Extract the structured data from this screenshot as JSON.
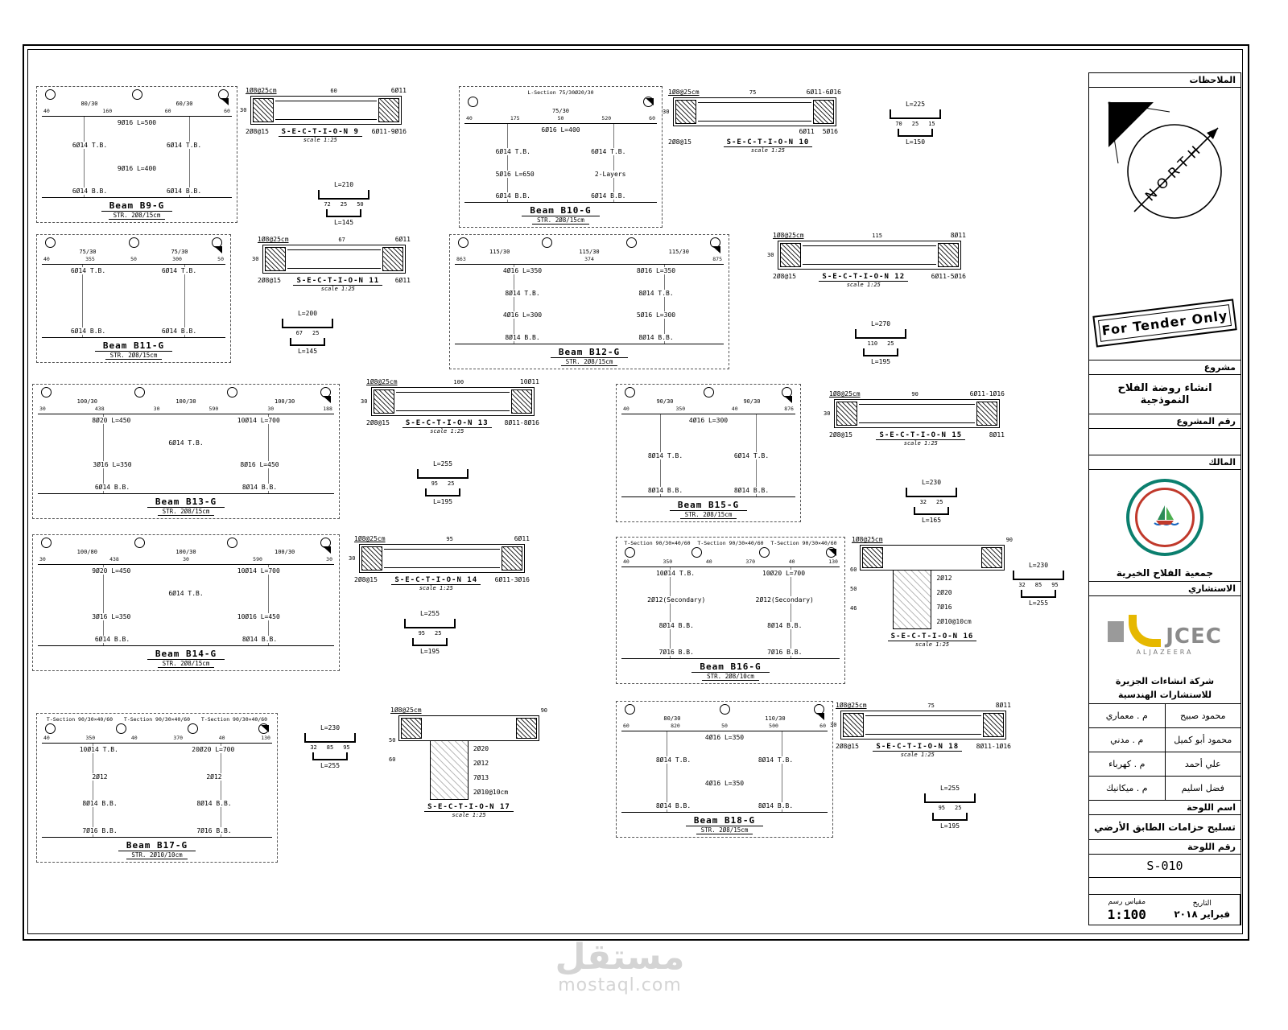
{
  "sheet": {
    "stamp": "For Tender Only",
    "north_letters": "NORTH"
  },
  "watermark": {
    "line1": "مستقل",
    "line2": "mostaql.com"
  },
  "titleblock": {
    "notes_label": "الملاحظات",
    "project_label": "مشروع",
    "project_name": "انشاء روضة الفلاح النموذجية",
    "project_no_label": "رقم المشروع",
    "owner_label": "المالك",
    "owner_name": "جمعية الفلاح الخيرية",
    "consultant_label": "الاستشاري",
    "consultant_logo": "JCEC",
    "consultant_logo_sub": "ALJAZEERA",
    "consultant_name_1": "شركة انشاءات الجزيرة",
    "consultant_name_2": "للاستشارات الهندسية",
    "engineers": [
      {
        "role": "م . معماري",
        "name": "محمود صبيح"
      },
      {
        "role": "م . مدني",
        "name": "محمود أبو كميل"
      },
      {
        "role": "م . كهرباء",
        "name": "علي أحمد"
      },
      {
        "role": "م . ميكانيك",
        "name": "فضل اسليم"
      }
    ],
    "sheet_name_label": "اسم اللوحة",
    "sheet_name": "تسليح حزامات الطابق الأرضي",
    "sheet_no_label": "رقم اللوحة",
    "sheet_no": "S-010",
    "date_label": "التاريخ",
    "date_value": "فبراير ٢٠١٨",
    "scale_label": "مقياس رسم",
    "scale_value": "1:100"
  },
  "beams": [
    {
      "dims_top": [
        "80/30",
        "60/30"
      ],
      "dims": [
        "40",
        "160",
        "60",
        "60"
      ],
      "rows": [
        [
          "9Ø16 L=500"
        ],
        [
          "6Ø14 T.B.",
          "6Ø14 T.B."
        ],
        [
          "9Ø16 L=400"
        ],
        [
          "6Ø14 B.B.",
          "6Ø14 B.B."
        ]
      ],
      "title": "Beam B9-G",
      "str": "STR. 2Ø8/15cm"
    },
    {
      "notes": [
        "L-Section 75/30Ø20/30"
      ],
      "dims_top": [
        "75/30"
      ],
      "dims": [
        "40",
        "175",
        "50",
        "520",
        "60"
      ],
      "rows": [
        [
          "6Ø16 L=400"
        ],
        [
          "6Ø14 T.B.",
          "6Ø14 T.B."
        ],
        [
          "5Ø16 L=650",
          "2-Layers"
        ],
        [
          "6Ø14 B.B.",
          "6Ø14 B.B."
        ]
      ],
      "title": "Beam B10-G",
      "str": "STR. 2Ø8/15cm"
    },
    {
      "dims_top": [
        "75/30",
        "75/30"
      ],
      "dims": [
        "40",
        "355",
        "50",
        "300",
        "50"
      ],
      "rows": [
        [
          "6Ø14 T.B.",
          "6Ø14 T.B."
        ],
        [
          "6Ø14 B.B.",
          "6Ø14 B.B."
        ]
      ],
      "title": "Beam B11-G",
      "str": "STR. 2Ø8/15cm"
    },
    {
      "dims_top": [
        "115/30",
        "115/30",
        "115/30"
      ],
      "dims": [
        "863",
        "374",
        "875"
      ],
      "rows": [
        [
          "4Ø16 L=350",
          "8Ø16 L=350"
        ],
        [
          "8Ø14 T.B.",
          "8Ø14 T.B."
        ],
        [
          "4Ø16 L=300",
          "5Ø16 L=300"
        ],
        [
          "8Ø14 B.B.",
          "8Ø14 B.B."
        ]
      ],
      "title": "Beam B12-G",
      "str": "STR. 2Ø8/15cm"
    },
    {
      "dims_top": [
        "100/30",
        "100/30",
        "100/30"
      ],
      "dims": [
        "30",
        "438",
        "30",
        "590",
        "30",
        "188"
      ],
      "rows": [
        [
          "8Ø20 L=450",
          "10Ø14 L=700"
        ],
        [
          "6Ø14 T.B."
        ],
        [
          "3Ø16 L=350",
          "8Ø16 L=450"
        ],
        [
          "6Ø14 B.B.",
          "8Ø14 B.B."
        ]
      ],
      "title": "Beam B13-G",
      "str": "STR. 2Ø8/15cm"
    },
    {
      "dims_top": [
        "100/80",
        "100/30",
        "100/30"
      ],
      "dims": [
        "30",
        "438",
        "30",
        "590",
        "30"
      ],
      "rows": [
        [
          "9Ø20 L=450",
          "10Ø14 L=700"
        ],
        [
          "6Ø14 T.B."
        ],
        [
          "3Ø16 L=350",
          "10Ø16 L=450"
        ],
        [
          "6Ø14 B.B.",
          "8Ø14 B.B."
        ]
      ],
      "title": "Beam B14-G",
      "str": "STR. 2Ø8/15cm"
    },
    {
      "dims_top": [
        "90/30",
        "90/30"
      ],
      "dims": [
        "40",
        "350",
        "40",
        "876"
      ],
      "rows": [
        [
          "4Ø16 L=300"
        ],
        [
          "8Ø14 T.B.",
          "6Ø14 T.B."
        ],
        [
          "8Ø14 B.B.",
          "8Ø14 B.B."
        ]
      ],
      "title": "Beam B15-G",
      "str": "STR. 2Ø8/15cm"
    },
    {
      "notes": [
        "T-Section 90/30×40/60",
        "T-Section 90/30×40/60",
        "T-Section 90/30×40/60"
      ],
      "dims": [
        "40",
        "350",
        "40",
        "370",
        "40",
        "130"
      ],
      "rows": [
        [
          "10Ø14 T.B.",
          "10Ø20 L=700"
        ],
        [
          "2Ø12(Secondary)",
          "2Ø12(Secondary)"
        ],
        [
          "8Ø14 B.B.",
          "8Ø14 B.B."
        ],
        [
          "7Ø16 B.B.",
          "7Ø16 B.B."
        ]
      ],
      "title": "Beam B16-G",
      "str": "STR. 2Ø8/10cm"
    },
    {
      "notes": [
        "T-Section 90/30×40/60",
        "T-Section 90/30×40/60",
        "T-Section 90/30×40/60"
      ],
      "dims": [
        "40",
        "350",
        "40",
        "370",
        "40",
        "130"
      ],
      "rows": [
        [
          "10Ø14 T.B.",
          "20Ø20 L=700"
        ],
        [
          "2Ø12",
          "2Ø12"
        ],
        [
          "8Ø14 B.B.",
          "8Ø14 B.B."
        ],
        [
          "7Ø16 B.B.",
          "7Ø16 B.B."
        ]
      ],
      "title": "Beam B17-G",
      "str": "STR. 2Ø10/10cm"
    },
    {
      "dims_top": [
        "80/30",
        "110/30"
      ],
      "dims": [
        "60",
        "820",
        "50",
        "500",
        "60"
      ],
      "rows": [
        [
          "4Ø16 L=350"
        ],
        [
          "8Ø14 T.B.",
          "8Ø14 T.B."
        ],
        [
          "4Ø16 L=350"
        ],
        [
          "8Ø14 B.B.",
          "8Ø14 B.B."
        ]
      ],
      "title": "Beam B18-G",
      "str": "STR. 2Ø8/15cm"
    }
  ],
  "sections": [
    {
      "num": "9",
      "stirrup": "1Ø8@25cm",
      "top_label": "6Ø11",
      "width": "60",
      "height": "30",
      "left_label": "2Ø8@15",
      "side_label": "6Ø11-9Ø16",
      "caption": "S-E-C-T-I-O-N  9",
      "scale": "scale 1:25"
    },
    {
      "num": "10",
      "stirrup": "1Ø8@25cm",
      "top_label": "6Ø11-6Ø16",
      "width": "75",
      "height": "30",
      "left_label": "2Ø8@15",
      "mid_labels": [
        "6Ø11",
        "5Ø16"
      ],
      "caption": "S-E-C-T-I-O-N  10",
      "scale": "scale 1:25"
    },
    {
      "num": "11",
      "stirrup": "1Ø8@25cm",
      "top_label": "6Ø11",
      "width": "67",
      "height": "30",
      "left_label": "2Ø8@15",
      "side_label": "6Ø11",
      "caption": "S-E-C-T-I-O-N  11",
      "scale": "scale 1:25"
    },
    {
      "num": "12",
      "stirrup": "1Ø8@25cm",
      "top_label": "8Ø11",
      "width": "115",
      "height": "30",
      "left_label": "2Ø8@15",
      "side_label": "6Ø11-5Ø16",
      "caption": "S-E-C-T-I-O-N  12",
      "scale": "scale 1:25"
    },
    {
      "num": "13",
      "stirrup": "1Ø8@25cm",
      "top_label": "10Ø11",
      "width": "100",
      "height": "30",
      "left_label": "2Ø8@15",
      "side_label": "8Ø11-8Ø16",
      "caption": "S-E-C-T-I-O-N  13",
      "scale": "scale 1:25"
    },
    {
      "num": "15",
      "stirrup": "1Ø8@25cm",
      "top_label": "6Ø11-1Ø16",
      "width": "90",
      "height": "30",
      "left_label": "2Ø8@15",
      "side_label": "8Ø11",
      "caption": "S-E-C-T-I-O-N  15",
      "scale": "scale 1:25"
    },
    {
      "num": "14",
      "stirrup": "1Ø8@25cm",
      "top_label": "6Ø11",
      "width": "95",
      "height": "30",
      "left_label": "2Ø8@15",
      "side_label": "6Ø11-3Ø16",
      "caption": "S-E-C-T-I-O-N  14",
      "scale": "scale 1:25"
    },
    {
      "num": "16",
      "type": "T",
      "stirrup": "1Ø8@25cm",
      "width": "90",
      "labels": [
        "2Ø12",
        "2Ø20",
        "7Ø16",
        "2Ø10@10cm"
      ],
      "dims": [
        "60",
        "50",
        "46"
      ],
      "caption": "S-E-C-T-I-O-N  16",
      "scale": "scale 1:25"
    },
    {
      "num": "17",
      "type": "T",
      "stirrup": "1Ø8@25cm",
      "width": "90",
      "labels": [
        "2Ø20",
        "2Ø12",
        "7Ø13",
        "2Ø10@10cm"
      ],
      "dims": [
        "50",
        "60"
      ],
      "caption": "S-E-C-T-I-O-N  17",
      "scale": "scale 1:25"
    },
    {
      "num": "18",
      "stirrup": "1Ø8@25cm",
      "top_label": "8Ø11",
      "width": "75",
      "height": "30",
      "left_label": "2Ø8@15",
      "side_label": "8Ø11-1Ø16",
      "caption": "S-E-C-T-I-O-N  18",
      "scale": "scale 1:25"
    }
  ],
  "bent_bars": [
    {
      "top": "L=210",
      "dims": [
        "72",
        "25",
        "50"
      ],
      "bottom": "L=145"
    },
    {
      "top": "L=225",
      "dims": [
        "70",
        "25",
        "15"
      ],
      "bottom": "L=150"
    },
    {
      "top": "L=200",
      "dims": [
        "67",
        "25"
      ],
      "bottom": "L=145"
    },
    {
      "top": "L=270",
      "dims": [
        "110",
        "25"
      ],
      "bottom": "L=195"
    },
    {
      "top": "L=255",
      "dims": [
        "95",
        "25"
      ],
      "bottom": "L=195"
    },
    {
      "top": "L=230",
      "dims": [
        "32",
        "25"
      ],
      "bottom": "L=165"
    },
    {
      "top": "L=255",
      "dims": [
        "95",
        "25"
      ],
      "bottom": "L=195"
    },
    {
      "top": "L=230",
      "dims": [
        "32",
        "85",
        "95"
      ],
      "bottom": "L=255"
    },
    {
      "top": "L=230",
      "dims": [
        "32",
        "85",
        "95"
      ],
      "bottom": "L=255"
    },
    {
      "top": "L=255",
      "dims": [
        "95",
        "25"
      ],
      "bottom": "L=195"
    }
  ]
}
